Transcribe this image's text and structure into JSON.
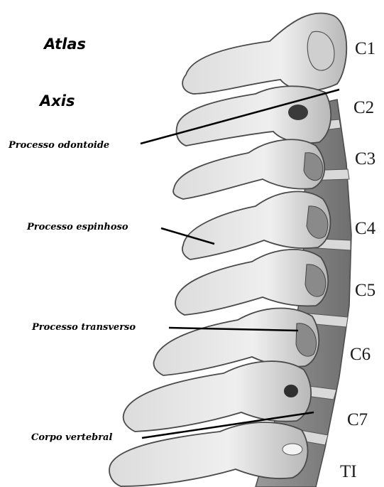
{
  "labels": {
    "atlas": "Atlas",
    "axis": "Axis",
    "odontoid": "Processo odontoide",
    "spinous": "Processo espinhoso",
    "transverse": "Processo transverso",
    "body": "Corpo vertebral"
  },
  "vertebrae": [
    "C1",
    "C2",
    "C3",
    "C4",
    "C5",
    "C6",
    "C7",
    "TI"
  ],
  "colors": {
    "bone_light": "#e9e9e9",
    "bone_mid": "#bdbdbd",
    "bone_dark": "#6e6e6e",
    "outline": "#4a4a4a",
    "ink": "#000000"
  }
}
